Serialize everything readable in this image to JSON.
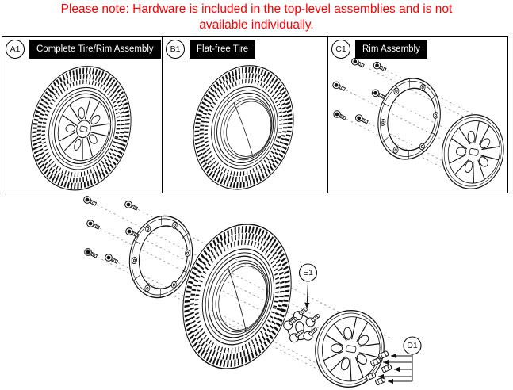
{
  "note": {
    "line1": "Please note: Hardware is included in the top-level assemblies and is not",
    "line2": "available individually."
  },
  "panels": [
    {
      "id": "A1",
      "title": "Complete Tire/Rim Assembly"
    },
    {
      "id": "B1",
      "title": "Flat-free Tire"
    },
    {
      "id": "C1",
      "title": "Rim Assembly"
    }
  ],
  "exploded": {
    "callouts": [
      {
        "id": "E1",
        "part": "wheel-hub"
      },
      {
        "id": "D1",
        "part": "hex-nuts"
      }
    ]
  },
  "colors": {
    "note_text": "#ff0000",
    "label_bg": "#000000",
    "label_text": "#ffffff",
    "line_art": "#111111",
    "guide_line": "#9a9a9a",
    "background": "#ffffff"
  }
}
